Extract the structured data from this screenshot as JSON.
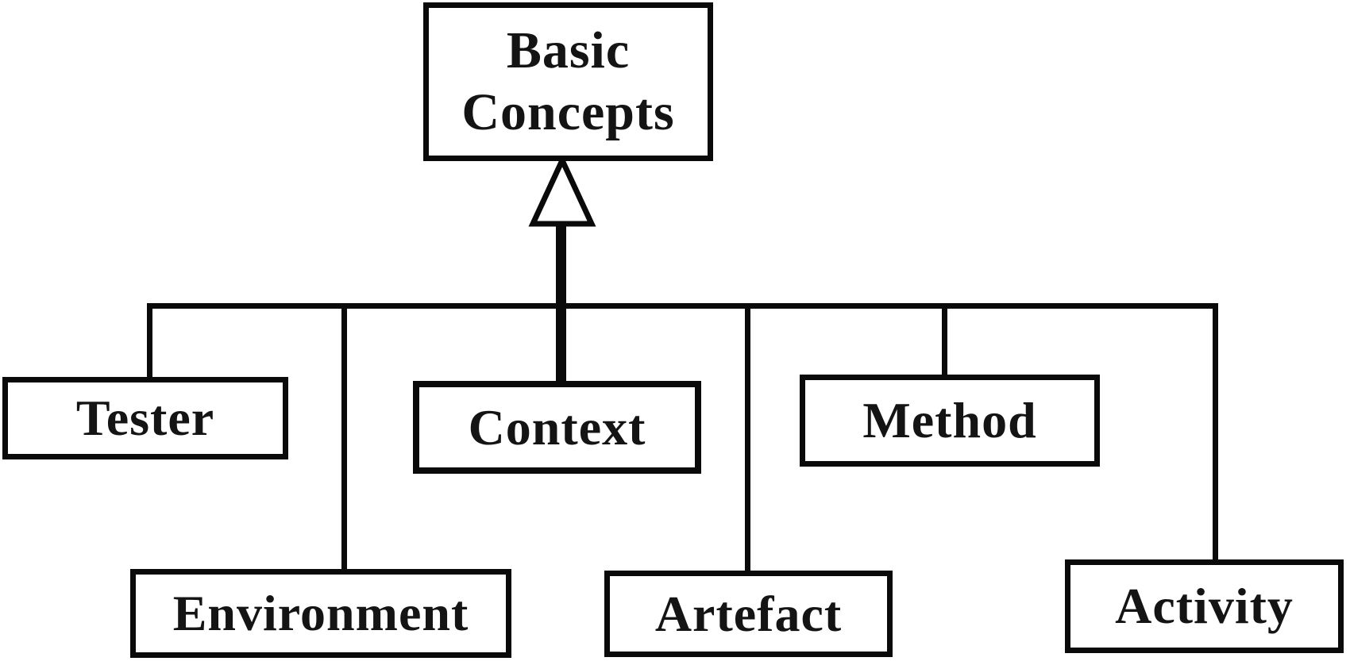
{
  "diagram": {
    "kind": "uml-generalization-hierarchy",
    "arrowhead": "hollow-triangle-up",
    "colors": {
      "line": "#0a0a0a",
      "box_border": "#0a0a0a",
      "box_fill": "#ffffff",
      "text": "#141414",
      "background": "#ffffff"
    },
    "root": {
      "label": "Basic Concepts"
    },
    "children": [
      {
        "label": "Tester"
      },
      {
        "label": "Environment"
      },
      {
        "label": "Context"
      },
      {
        "label": "Artefact"
      },
      {
        "label": "Method"
      },
      {
        "label": "Activity"
      }
    ]
  }
}
